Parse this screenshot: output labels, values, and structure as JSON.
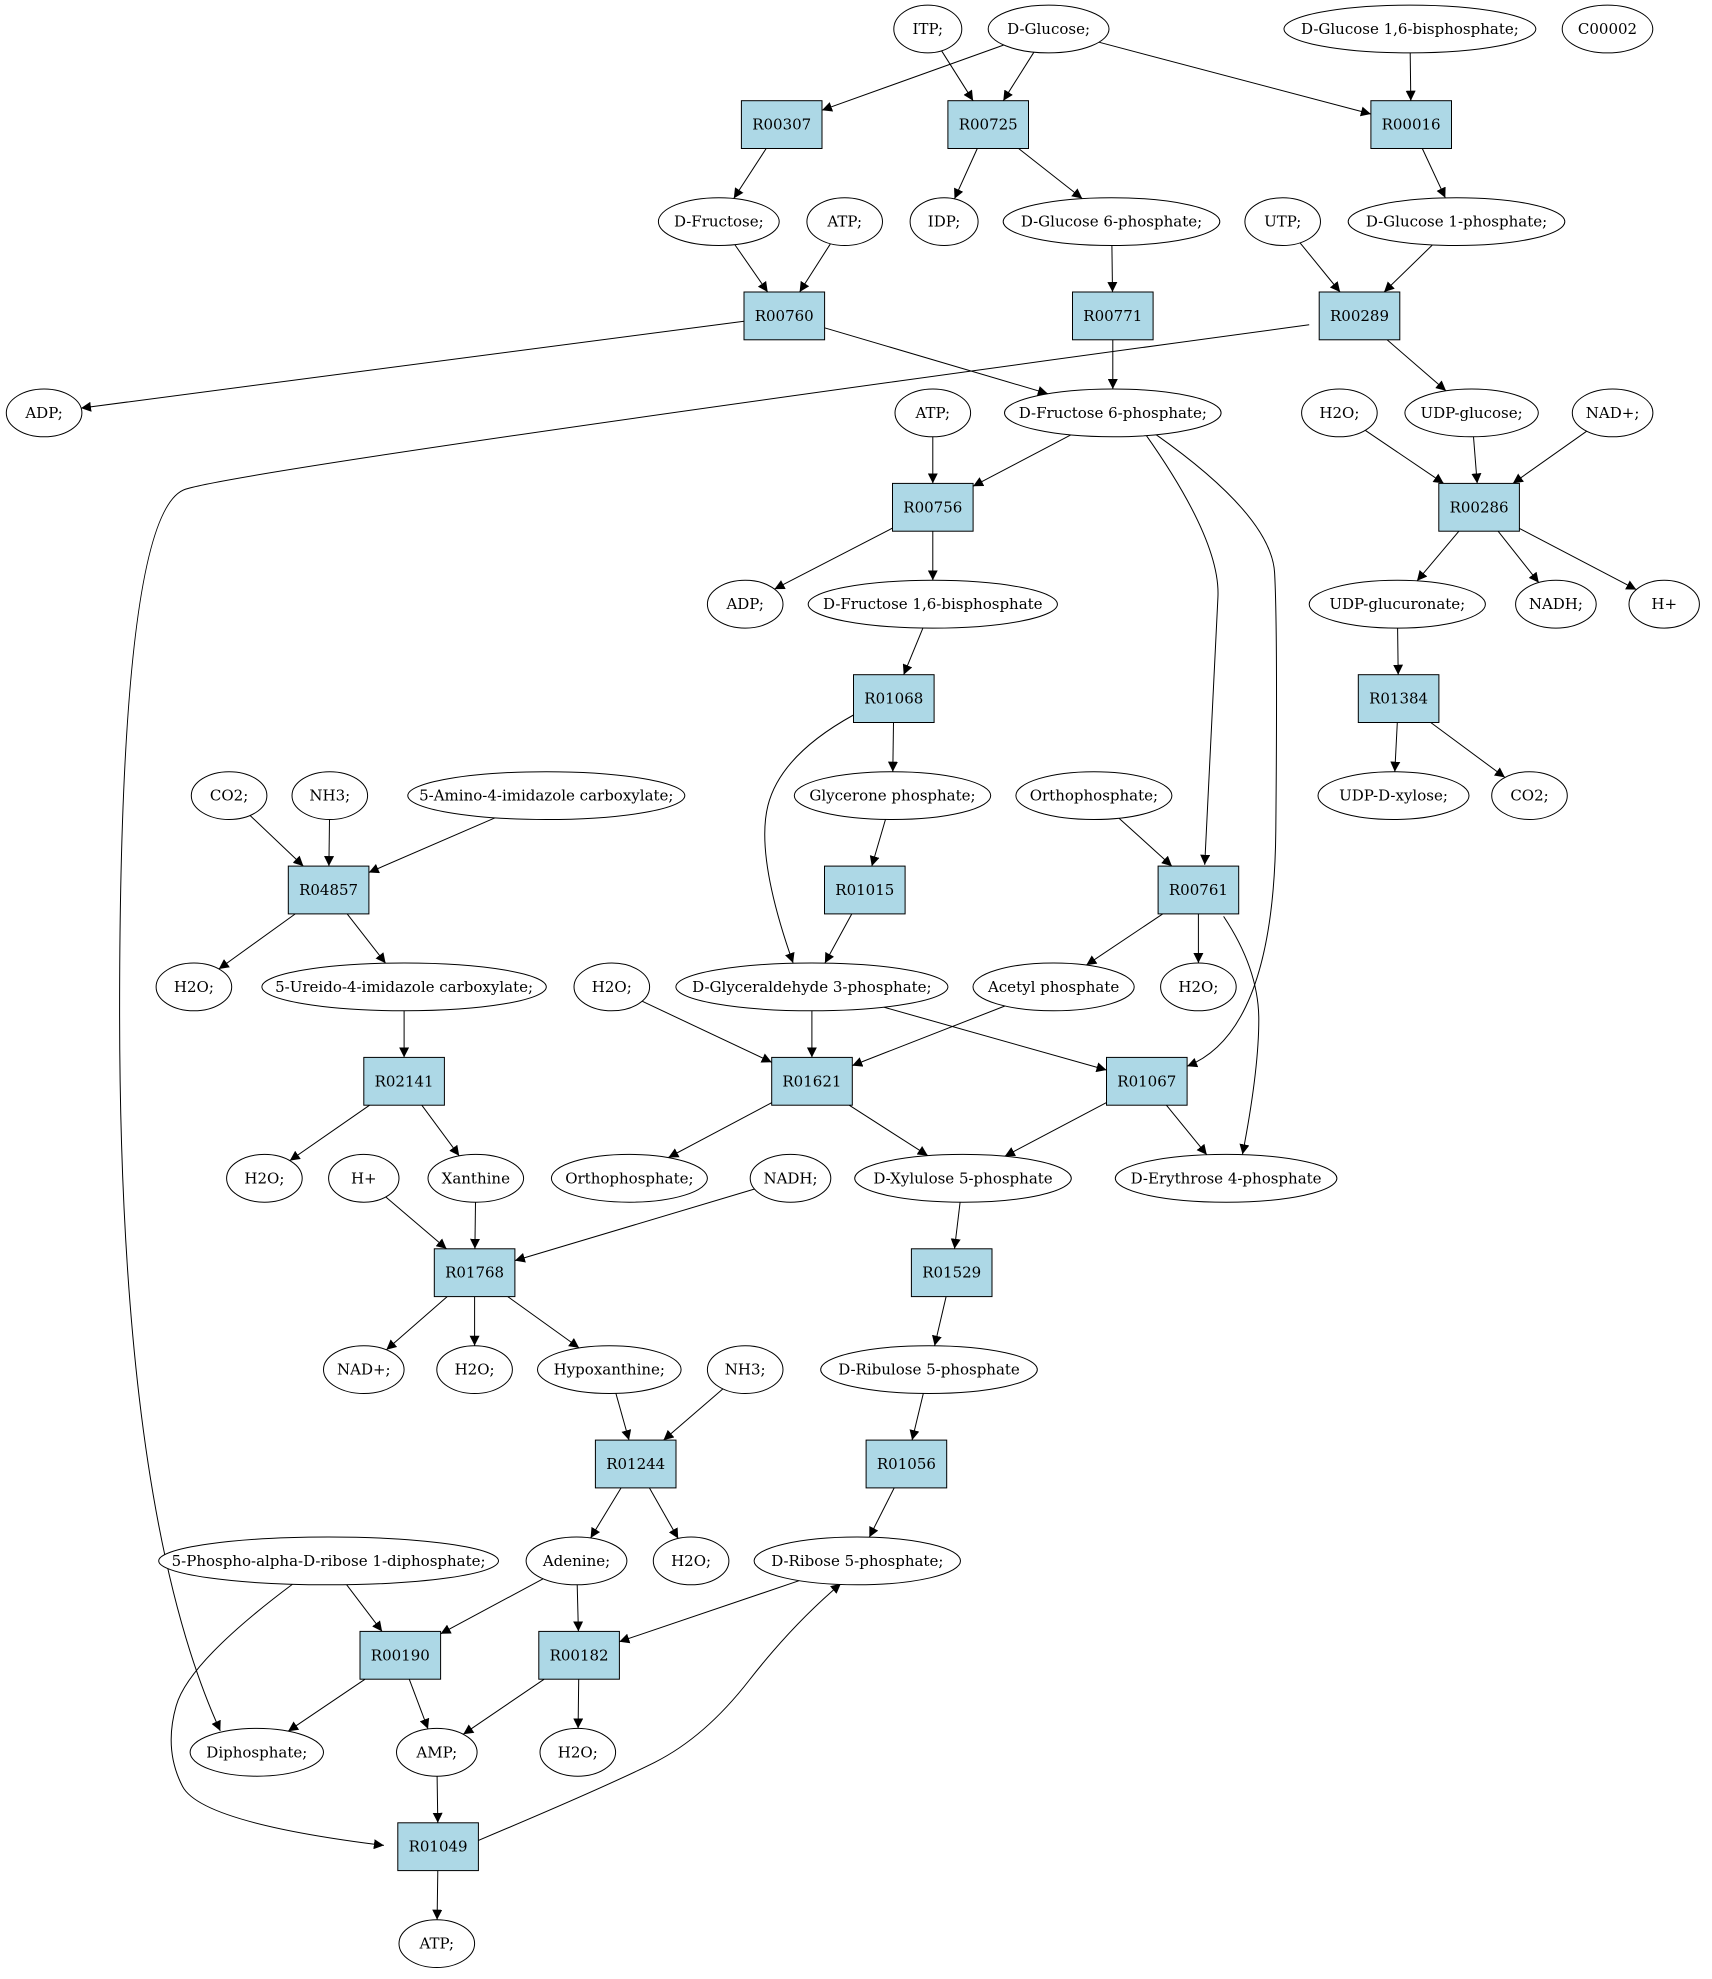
{
  "colors": {
    "reaction_fill": "#add8e6",
    "compound_fill": "#ffffff",
    "highlight_start": "#00ee00",
    "highlight_target": "#ffff00",
    "stroke": "#000000"
  },
  "nodes": [
    {
      "id": "itp",
      "type": "compound",
      "label": "ITP;"
    },
    {
      "id": "glucose",
      "type": "compound",
      "label": "D-Glucose;",
      "highlight": "start"
    },
    {
      "id": "g16bp",
      "type": "compound",
      "label": "D-Glucose 1,6-bisphosphate;"
    },
    {
      "id": "c00002",
      "type": "compound",
      "label": "C00002",
      "highlight": "target"
    },
    {
      "id": "R00307",
      "type": "reaction",
      "label": "R00307"
    },
    {
      "id": "R00725",
      "type": "reaction",
      "label": "R00725"
    },
    {
      "id": "R00016",
      "type": "reaction",
      "label": "R00016"
    },
    {
      "id": "fructose",
      "type": "compound",
      "label": "D-Fructose;"
    },
    {
      "id": "atp1",
      "type": "compound",
      "label": "ATP;"
    },
    {
      "id": "idp",
      "type": "compound",
      "label": "IDP;"
    },
    {
      "id": "g6p",
      "type": "compound",
      "label": "D-Glucose 6-phosphate;"
    },
    {
      "id": "utp",
      "type": "compound",
      "label": "UTP;"
    },
    {
      "id": "g1p",
      "type": "compound",
      "label": "D-Glucose 1-phosphate;"
    },
    {
      "id": "R00760",
      "type": "reaction",
      "label": "R00760"
    },
    {
      "id": "R00771",
      "type": "reaction",
      "label": "R00771"
    },
    {
      "id": "R00289",
      "type": "reaction",
      "label": "R00289"
    },
    {
      "id": "adp1",
      "type": "compound",
      "label": "ADP;"
    },
    {
      "id": "atp2",
      "type": "compound",
      "label": "ATP;"
    },
    {
      "id": "f6p",
      "type": "compound",
      "label": "D-Fructose 6-phosphate;"
    },
    {
      "id": "h2o1",
      "type": "compound",
      "label": "H2O;"
    },
    {
      "id": "udpglc",
      "type": "compound",
      "label": "UDP-glucose;"
    },
    {
      "id": "nadp1",
      "type": "compound",
      "label": "NAD+;"
    },
    {
      "id": "R00756",
      "type": "reaction",
      "label": "R00756"
    },
    {
      "id": "R00286",
      "type": "reaction",
      "label": "R00286"
    },
    {
      "id": "adp2",
      "type": "compound",
      "label": "ADP;"
    },
    {
      "id": "fbp",
      "type": "compound",
      "label": "D-Fructose 1,6-bisphosphate"
    },
    {
      "id": "udpglcu",
      "type": "compound",
      "label": "UDP-glucuronate;"
    },
    {
      "id": "nadh1",
      "type": "compound",
      "label": "NADH;"
    },
    {
      "id": "hplus1",
      "type": "compound",
      "label": "H+"
    },
    {
      "id": "R01068",
      "type": "reaction",
      "label": "R01068"
    },
    {
      "id": "R01384",
      "type": "reaction",
      "label": "R01384"
    },
    {
      "id": "co2a",
      "type": "compound",
      "label": "CO2;"
    },
    {
      "id": "nh3a",
      "type": "compound",
      "label": "NH3;"
    },
    {
      "id": "aic",
      "type": "compound",
      "label": "5-Amino-4-imidazole carboxylate;"
    },
    {
      "id": "gp",
      "type": "compound",
      "label": "Glycerone phosphate;"
    },
    {
      "id": "pi1",
      "type": "compound",
      "label": "Orthophosphate;"
    },
    {
      "id": "udpxyl",
      "type": "compound",
      "label": "UDP-D-xylose;"
    },
    {
      "id": "co2b",
      "type": "compound",
      "label": "CO2;"
    },
    {
      "id": "R04857",
      "type": "reaction",
      "label": "R04857"
    },
    {
      "id": "R01015",
      "type": "reaction",
      "label": "R01015"
    },
    {
      "id": "R00761",
      "type": "reaction",
      "label": "R00761"
    },
    {
      "id": "h2o2",
      "type": "compound",
      "label": "H2O;"
    },
    {
      "id": "uic",
      "type": "compound",
      "label": "5-Ureido-4-imidazole carboxylate;"
    },
    {
      "id": "h2o3",
      "type": "compound",
      "label": "H2O;"
    },
    {
      "id": "gap",
      "type": "compound",
      "label": "D-Glyceraldehyde 3-phosphate;"
    },
    {
      "id": "acp",
      "type": "compound",
      "label": "Acetyl phosphate"
    },
    {
      "id": "h2o4",
      "type": "compound",
      "label": "H2O;"
    },
    {
      "id": "R02141",
      "type": "reaction",
      "label": "R02141"
    },
    {
      "id": "R01621",
      "type": "reaction",
      "label": "R01621"
    },
    {
      "id": "R01067",
      "type": "reaction",
      "label": "R01067"
    },
    {
      "id": "h2o5",
      "type": "compound",
      "label": "H2O;"
    },
    {
      "id": "hplus2",
      "type": "compound",
      "label": "H+"
    },
    {
      "id": "xan",
      "type": "compound",
      "label": "Xanthine"
    },
    {
      "id": "pi2",
      "type": "compound",
      "label": "Orthophosphate;"
    },
    {
      "id": "nadh2",
      "type": "compound",
      "label": "NADH;"
    },
    {
      "id": "x5p",
      "type": "compound",
      "label": "D-Xylulose 5-phosphate"
    },
    {
      "id": "e4p",
      "type": "compound",
      "label": "D-Erythrose 4-phosphate"
    },
    {
      "id": "R01768",
      "type": "reaction",
      "label": "R01768"
    },
    {
      "id": "R01529",
      "type": "reaction",
      "label": "R01529"
    },
    {
      "id": "nadp2",
      "type": "compound",
      "label": "NAD+;"
    },
    {
      "id": "h2o6",
      "type": "compound",
      "label": "H2O;"
    },
    {
      "id": "hyp",
      "type": "compound",
      "label": "Hypoxanthine;"
    },
    {
      "id": "nh3b",
      "type": "compound",
      "label": "NH3;"
    },
    {
      "id": "ru5p",
      "type": "compound",
      "label": "D-Ribulose 5-phosphate"
    },
    {
      "id": "R01244",
      "type": "reaction",
      "label": "R01244"
    },
    {
      "id": "R01056",
      "type": "reaction",
      "label": "R01056"
    },
    {
      "id": "prpp",
      "type": "compound",
      "label": "5-Phospho-alpha-D-ribose 1-diphosphate;"
    },
    {
      "id": "ade",
      "type": "compound",
      "label": "Adenine;"
    },
    {
      "id": "h2o7",
      "type": "compound",
      "label": "H2O;"
    },
    {
      "id": "r5p",
      "type": "compound",
      "label": "D-Ribose 5-phosphate;"
    },
    {
      "id": "R00190",
      "type": "reaction",
      "label": "R00190"
    },
    {
      "id": "R00182",
      "type": "reaction",
      "label": "R00182"
    },
    {
      "id": "ppi",
      "type": "compound",
      "label": "Diphosphate;"
    },
    {
      "id": "amp",
      "type": "compound",
      "label": "AMP;"
    },
    {
      "id": "h2o8",
      "type": "compound",
      "label": "H2O;"
    },
    {
      "id": "R01049",
      "type": "reaction",
      "label": "R01049"
    },
    {
      "id": "atp3",
      "type": "compound",
      "label": "ATP;"
    }
  ],
  "edges": [
    {
      "from": "glucose",
      "to": "R00307"
    },
    {
      "from": "glucose",
      "to": "R00725"
    },
    {
      "from": "itp",
      "to": "R00725"
    },
    {
      "from": "glucose",
      "to": "R00016"
    },
    {
      "from": "g16bp",
      "to": "R00016"
    },
    {
      "from": "R00307",
      "to": "fructose"
    },
    {
      "from": "R00725",
      "to": "idp"
    },
    {
      "from": "R00725",
      "to": "g6p"
    },
    {
      "from": "R00016",
      "to": "g1p"
    },
    {
      "from": "fructose",
      "to": "R00760"
    },
    {
      "from": "atp1",
      "to": "R00760"
    },
    {
      "from": "g6p",
      "to": "R00771"
    },
    {
      "from": "utp",
      "to": "R00289"
    },
    {
      "from": "g1p",
      "to": "R00289"
    },
    {
      "from": "R00760",
      "to": "adp1"
    },
    {
      "from": "R00760",
      "to": "f6p"
    },
    {
      "from": "R00771",
      "to": "f6p"
    },
    {
      "from": "R00289",
      "to": "udpglc"
    },
    {
      "from": "R00289",
      "to": "ppi"
    },
    {
      "from": "atp2",
      "to": "R00756"
    },
    {
      "from": "f6p",
      "to": "R00756"
    },
    {
      "from": "f6p",
      "to": "R00761"
    },
    {
      "from": "f6p",
      "to": "R01067"
    },
    {
      "from": "h2o1",
      "to": "R00286"
    },
    {
      "from": "udpglc",
      "to": "R00286"
    },
    {
      "from": "nadp1",
      "to": "R00286"
    },
    {
      "from": "R00756",
      "to": "adp2"
    },
    {
      "from": "R00756",
      "to": "fbp"
    },
    {
      "from": "R00286",
      "to": "udpglcu"
    },
    {
      "from": "R00286",
      "to": "nadh1"
    },
    {
      "from": "R00286",
      "to": "hplus1"
    },
    {
      "from": "fbp",
      "to": "R01068"
    },
    {
      "from": "udpglcu",
      "to": "R01384"
    },
    {
      "from": "R01068",
      "to": "gp"
    },
    {
      "from": "R01068",
      "to": "gap"
    },
    {
      "from": "R01384",
      "to": "udpxyl"
    },
    {
      "from": "R01384",
      "to": "co2b"
    },
    {
      "from": "co2a",
      "to": "R04857"
    },
    {
      "from": "nh3a",
      "to": "R04857"
    },
    {
      "from": "aic",
      "to": "R04857"
    },
    {
      "from": "gp",
      "to": "R01015"
    },
    {
      "from": "pi1",
      "to": "R00761"
    },
    {
      "from": "R04857",
      "to": "h2o2"
    },
    {
      "from": "R04857",
      "to": "uic"
    },
    {
      "from": "R01015",
      "to": "gap"
    },
    {
      "from": "R00761",
      "to": "acp"
    },
    {
      "from": "R00761",
      "to": "h2o4"
    },
    {
      "from": "R00761",
      "to": "e4p"
    },
    {
      "from": "uic",
      "to": "R02141"
    },
    {
      "from": "h2o3",
      "to": "R01621"
    },
    {
      "from": "gap",
      "to": "R01621"
    },
    {
      "from": "acp",
      "to": "R01621"
    },
    {
      "from": "gap",
      "to": "R01067"
    },
    {
      "from": "R02141",
      "to": "h2o5"
    },
    {
      "from": "R02141",
      "to": "xan"
    },
    {
      "from": "R01621",
      "to": "pi2"
    },
    {
      "from": "R01621",
      "to": "x5p"
    },
    {
      "from": "R01067",
      "to": "x5p"
    },
    {
      "from": "R01067",
      "to": "e4p"
    },
    {
      "from": "hplus2",
      "to": "R01768"
    },
    {
      "from": "xan",
      "to": "R01768"
    },
    {
      "from": "nadh2",
      "to": "R01768"
    },
    {
      "from": "x5p",
      "to": "R01529"
    },
    {
      "from": "R01768",
      "to": "nadp2"
    },
    {
      "from": "R01768",
      "to": "h2o6"
    },
    {
      "from": "R01768",
      "to": "hyp"
    },
    {
      "from": "R01529",
      "to": "ru5p"
    },
    {
      "from": "hyp",
      "to": "R01244"
    },
    {
      "from": "nh3b",
      "to": "R01244"
    },
    {
      "from": "ru5p",
      "to": "R01056"
    },
    {
      "from": "R01244",
      "to": "ade"
    },
    {
      "from": "R01244",
      "to": "h2o7"
    },
    {
      "from": "R01056",
      "to": "r5p"
    },
    {
      "from": "prpp",
      "to": "R00190"
    },
    {
      "from": "ade",
      "to": "R00190"
    },
    {
      "from": "ade",
      "to": "R00182"
    },
    {
      "from": "r5p",
      "to": "R00182"
    },
    {
      "from": "prpp",
      "to": "R01049"
    },
    {
      "from": "R00190",
      "to": "ppi"
    },
    {
      "from": "R00190",
      "to": "amp"
    },
    {
      "from": "R00182",
      "to": "amp"
    },
    {
      "from": "R00182",
      "to": "h2o8"
    },
    {
      "from": "amp",
      "to": "R01049"
    },
    {
      "from": "R01049",
      "to": "r5p"
    },
    {
      "from": "R01049",
      "to": "atp3"
    }
  ]
}
